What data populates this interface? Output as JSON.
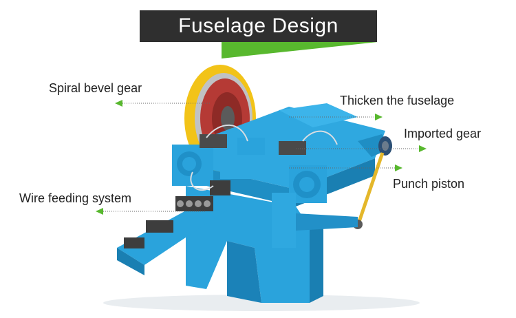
{
  "title": "Fuselage Design",
  "colors": {
    "banner": "#2f2f2f",
    "accent": "#58b82e",
    "machine_blue": "#2aa3dc",
    "gear_red": "#b53a35",
    "gear_yellow": "#f2c318"
  },
  "callouts": {
    "spiral_bevel_gear": "Spiral bevel gear",
    "thicken_fuselage": "Thicken the fuselage",
    "imported_gear": "Imported gear",
    "punch_piston": "Punch piston",
    "wire_feeding": "Wire feeding system"
  },
  "icons": {
    "pointer": "green-arrow-icon"
  }
}
